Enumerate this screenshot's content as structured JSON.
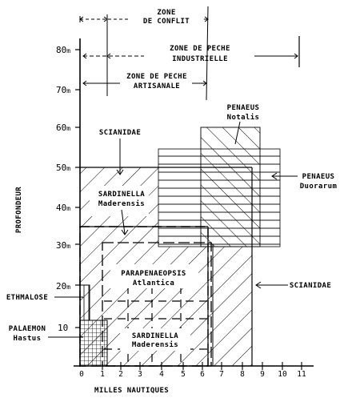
{
  "title_axis_y": "PROFONDEUR",
  "title_axis_x": "MILLES NAUTIQUES",
  "zones": {
    "conflit": [
      "ZONE",
      "DE CONFLIT"
    ],
    "industrielle": [
      "ZONE DE PECHE",
      "INDUSTRIELLE"
    ],
    "artisanale": [
      "ZONE DE PECHE",
      "ARTISANALE"
    ]
  },
  "species": {
    "scianidae_top": "SCIANIDAE",
    "sardinella_top": [
      "SARDINELLA",
      "Maderensis"
    ],
    "penaeus_notalis": [
      "PENAEUS",
      "Notalis"
    ],
    "penaeus_duorarum": [
      "PENAEUS",
      "Duorarum"
    ],
    "parapenaeopsis": [
      "PARAPENAEOPSIS",
      "Atlantica"
    ],
    "sardinella_bottom": [
      "SARDINELLA",
      "Maderensis"
    ],
    "scianidae_right": "SCIANIDAE",
    "ethmalose": "ETHMALOSE",
    "palaemon": [
      "PALAEMON",
      "Hastus"
    ]
  },
  "y_ticks": [
    "10",
    "20",
    "30",
    "40",
    "50",
    "60",
    "70",
    "80"
  ],
  "y_unit": "m",
  "x_ticks": [
    "0",
    "1",
    "2",
    "3",
    "4",
    "5",
    "6",
    "7",
    "8",
    "9",
    "10",
    "11"
  ]
}
